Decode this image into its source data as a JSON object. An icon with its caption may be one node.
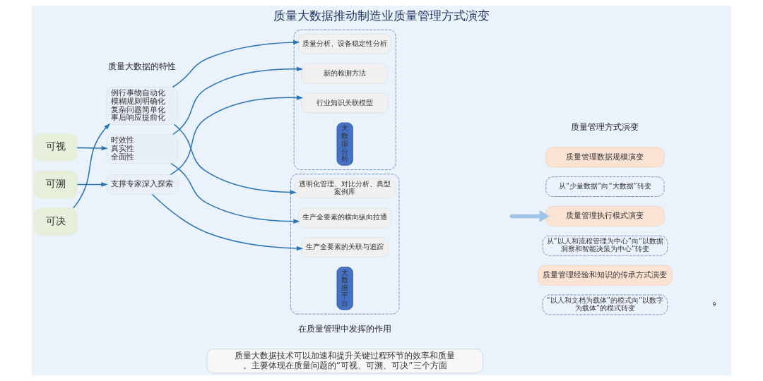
{
  "diagram": {
    "title": "质量大数据推动制造业质量管理方式演变",
    "nodes": [
      {
        "text": [
          "质量大数据技术可以加速和提升关键过程环节的效率和质量。主要体现在质量问题的“可视、可溯、可决”三个方面"
        ]
      },
      {
        "text": [
          "可视"
        ]
      },
      {
        "text": [
          "可溯"
        ]
      },
      {
        "text": [
          "可决"
        ]
      },
      {
        "text": [
          "时效性",
          "真实性",
          "全面性"
        ]
      },
      {
        "text": [
          "支撑专家深入探索"
        ]
      },
      {
        "text": [
          "例行事物自动化",
          "模糊规则明确化",
          "复杂问题简单化",
          "事后响应提前化"
        ]
      },
      {
        "text": [],
        "shape": "box"
      },
      {
        "text": [
          "大数据分析"
        ],
        "in": 7
      },
      {
        "text": [
          "新的检测方法"
        ],
        "in": 7
      },
      {
        "text": [
          "行业知识关联模型"
        ],
        "in": 7
      },
      {
        "text": [
          "质量分析、设备稳定性分析"
        ],
        "in": 7
      },
      {
        "text": [],
        "shape": "box"
      },
      {
        "text": [
          "大数据平台"
        ],
        "in": 12
      },
      {
        "text": [
          "生产全要素的横向纵向拉通"
        ],
        "in": 12
      },
      {
        "text": [
          "生产全要素的关联与追踪"
        ],
        "in": 12
      },
      {
        "text": [
          "透明化管理、对比分析、典型案例库"
        ],
        "in": 12
      },
      {
        "text": [
          "质量管理数据规模演变"
        ]
      },
      {
        "text": [
          "从“少量数据”向“大数据”转变"
        ]
      },
      {
        "text": [
          "质量管理执行模式演变"
        ]
      },
      {
        "text": [
          "从“以人和流程管理为中心”向“以数据洞察和智能决策为中心”转变"
        ]
      },
      {
        "text": [
          "质量管理经验和知识的传承方式演变"
        ]
      },
      {
        "text": [
          "“以人和文档为载体”的模式向“以数字为载体”的模式转变"
        ]
      }
    ],
    "edges": [
      {
        "from": 1,
        "to": 4,
        "arrow": "to"
      },
      {
        "from": 2,
        "to": 5,
        "arrow": "to"
      },
      {
        "from": 3,
        "to": 6,
        "arrow": "to"
      },
      {
        "from": 4,
        "to": 9,
        "arrow": "to"
      },
      {
        "from": 4,
        "to": 14,
        "arrow": "to"
      },
      {
        "from": 5,
        "to": 10,
        "arrow": "to"
      },
      {
        "from": 5,
        "to": 15,
        "arrow": "to"
      },
      {
        "from": 6,
        "to": 11,
        "arrow": "to"
      },
      {
        "from": 6,
        "to": 16,
        "arrow": "to"
      },
      {
        "from": null,
        "to": 19,
        "arrow": "to",
        "style": "thick",
        "color": "#9dc3e6"
      }
    ],
    "labels": [
      "质量大数据的特性",
      "在质量管理中发挥的作用",
      "质量管理方式演变",
      "9"
    ]
  }
}
